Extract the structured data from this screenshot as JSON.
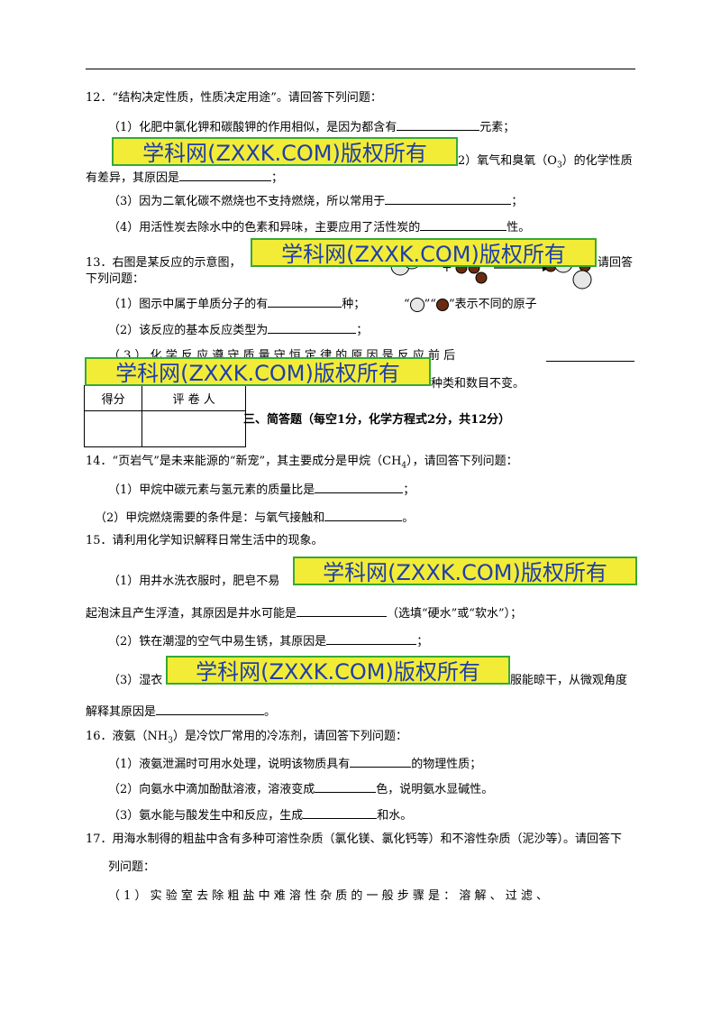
{
  "q12": {
    "title": "12．“结构决定性质，性质决定用途”。请回答下列问题：",
    "p1_a": "（1）化肥中氯化钾和碳酸钾的作用相似，是因为都含有",
    "p1_b": "元素；",
    "p2_a": "（",
    "p2_b": "2）氧气和臭氧（O",
    "p2_sub": "3",
    "p2_c": "）的化学性质",
    "p2_line2_a": "有差异，其原因是",
    "p2_line2_b": "；",
    "p3_a": "（3）因为二氧化碳不燃烧也不支持燃烧，所以常用于",
    "p3_b": "；",
    "p4_a": "（4）用活性炭去除水中的色素和异味，主要应用了活性炭的",
    "p4_b": "性。"
  },
  "q13": {
    "title_a": "13．右图是某反应的示意图，",
    "title_b": "请回答",
    "title_line2": "下列问题：",
    "p1_a": "（1）图示中属于单质分子的有",
    "p1_b": "种；",
    "legend_a": "“",
    "legend_b": "”“",
    "legend_c": "”表示不同的原子",
    "p2_a": "（2）该反应的基本反应类型为",
    "p2_b": "；",
    "p3_a": "（ 3 ） 化 学 反 应 遵 守 质 量 守 恒 定 律 的 原 因 是 反 应 前 后",
    "p3_line2": "种类和数目不变。",
    "plus": "+"
  },
  "score_table": {
    "col1": "得分",
    "col2": "评 卷 人"
  },
  "section3": "三、简答题（每空1分，化学方程式2分，共12分）",
  "q14": {
    "title_a": "14．“页岩气”是未来能源的“新宠”，其主要成分是甲烷（CH",
    "title_sub": "4",
    "title_b": "），请回答下列问题：",
    "p1_a": "（1）甲烷中碳元素与氢元素的质量比是",
    "p1_b": "；",
    "p2_a": "（2）甲烷燃烧需要的条件是：与氧气接触和",
    "p2_b": "。"
  },
  "q15": {
    "title": "15．请利用化学知识解释日常生活中的现象。",
    "p1_a": "（1）用井水洗衣服时，肥皂不易",
    "p1_line2_a": "起泡沫且产生浮渣，其原因是井水可能是",
    "p1_line2_b": "（选填“硬水”或“软水”）；",
    "p2_a": "（2）铁在潮湿的空气中易生锈，其原因是",
    "p2_b": "；",
    "p3_a": "（3）湿衣",
    "p3_b": "服能晾干，从微观角度",
    "p3_line2_a": "解释其原因是",
    "p3_line2_b": "。"
  },
  "q16": {
    "title_a": "16．液氨（NH",
    "title_sub": "3",
    "title_b": "）是冷饮厂常用的冷冻剂，请回答下列问题：",
    "p1_a": "（1）液氨泄漏时可用水处理，说明该物质具有",
    "p1_b": "的物理性质；",
    "p2_a": "（2）向氨水中滴加酚酞溶液，溶液变成",
    "p2_b": "色，说明氨水显碱性。",
    "p3_a": "（3）氨水能与酸发生中和反应，生成",
    "p3_b": "和水。"
  },
  "q17": {
    "title": "17．用海水制得的粗盐中含有多种可溶性杂质（氯化镁、氯化钙等）和不溶性杂质（泥沙等）。请回答下",
    "title_line2": "列问题：",
    "p1": "（ 1 ） 实 验 室 去 除 粗 盐 中 难 溶 性 杂 质 的 一 般 步 骤 是 ： 溶 解 、 过 滤 、"
  },
  "watermark": "学科网(ZXXK.COM)版权所有",
  "colors": {
    "watermark_bg": "#f2ec37",
    "watermark_border": "#36a935",
    "watermark_text": "#1f3fa8",
    "dark_atom": "#6a2c10",
    "light_atom": "#e7e7e7"
  }
}
